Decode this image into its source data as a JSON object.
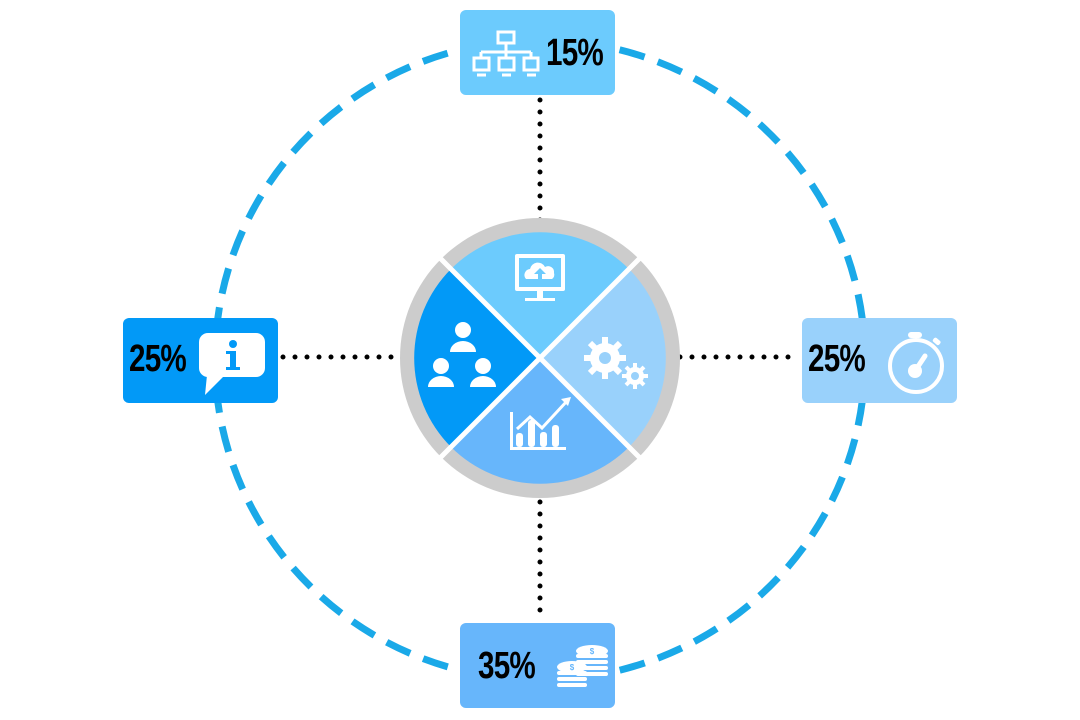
{
  "colors": {
    "dashed_ring": "#1aa9e8",
    "outer_gray_ring": "#cccccc",
    "connector_dots": "#000000",
    "segment_top": "#6ccbfd",
    "segment_right": "#99d1fb",
    "segment_bottom": "#67b6fb",
    "segment_left": "#0299f7",
    "box_top": "#6ccbfd",
    "box_left": "#0299f7",
    "box_right": "#99d1fb",
    "box_bottom": "#67b6fb",
    "icon_white": "#ffffff"
  },
  "nodes": {
    "top": {
      "value": "15%",
      "icon": "network-computers-icon"
    },
    "left": {
      "value": "25%",
      "icon": "info-speech-bubble-icon"
    },
    "right": {
      "value": "25%",
      "icon": "stopwatch-icon"
    },
    "bottom": {
      "value": "35%",
      "icon": "coins-stack-icon"
    }
  },
  "center": {
    "segments": [
      {
        "position": "top",
        "icon": "monitor-cloud-upload-icon"
      },
      {
        "position": "right",
        "icon": "gears-icon"
      },
      {
        "position": "bottom",
        "icon": "bar-chart-growth-icon"
      },
      {
        "position": "left",
        "icon": "users-group-icon"
      }
    ]
  },
  "chart_data": {
    "type": "pie",
    "title": "",
    "categories": [
      "Network",
      "Information",
      "Time",
      "Finance"
    ],
    "values": [
      15,
      25,
      25,
      35
    ],
    "labels": [
      "15%",
      "25%",
      "25%",
      "35%"
    ],
    "positions": [
      "top",
      "left",
      "right",
      "bottom"
    ]
  }
}
